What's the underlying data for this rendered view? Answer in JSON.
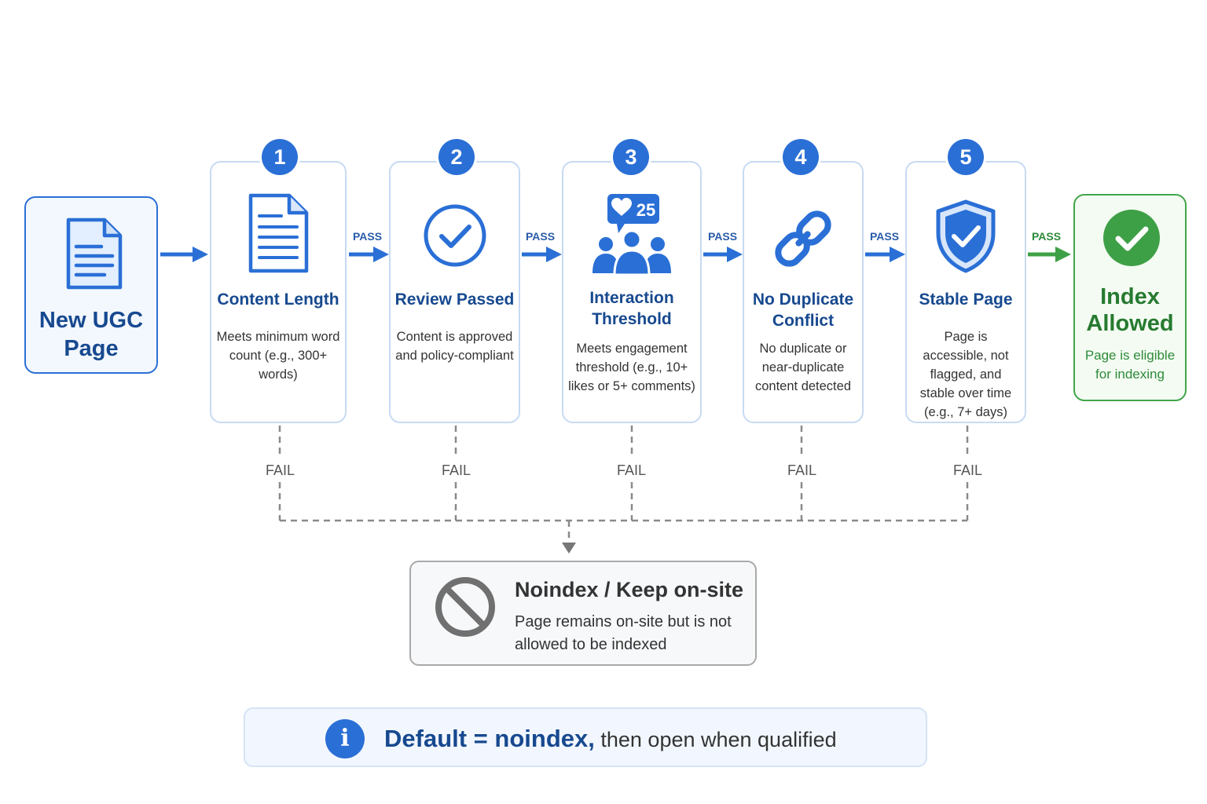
{
  "start": {
    "title": "New UGC\nPage",
    "icon": "document-icon"
  },
  "steps": [
    {
      "number": "1",
      "title": "Content Length",
      "description": "Meets minimum word count (e.g., 300+ words)",
      "icon": "document-lines-icon"
    },
    {
      "number": "2",
      "title": "Review Passed",
      "description": "Content is approved and policy-compliant",
      "icon": "check-circle-icon"
    },
    {
      "number": "3",
      "title": "Interaction Threshold",
      "description": "Meets engagement threshold (e.g., 10+ likes or 5+ comments)",
      "icon": "people-heart-icon",
      "icon_badge": "25"
    },
    {
      "number": "4",
      "title": "No Duplicate Conflict",
      "description": "No duplicate or near-duplicate content detected",
      "icon": "link-icon"
    },
    {
      "number": "5",
      "title": "Stable Page",
      "description": "Page is accessible, not flagged, and stable over time (e.g., 7+ days)",
      "icon": "shield-check-icon"
    }
  ],
  "pass_label": "PASS",
  "fail_label": "FAIL",
  "end": {
    "title": "Index Allowed",
    "description": "Page is eligible for indexing",
    "icon": "green-check-icon"
  },
  "noindex": {
    "title": "Noindex / Keep on-site",
    "description": "Page remains on-site but is not allowed to be indexed",
    "icon": "prohibited-icon"
  },
  "footer": {
    "strong": "Default = noindex,",
    "rest": "then open when qualified",
    "icon": "info-icon"
  },
  "colors": {
    "primary": "#2a6fd6",
    "title_text": "#17498f",
    "success": "#41a64a",
    "neutral": "#888888"
  }
}
